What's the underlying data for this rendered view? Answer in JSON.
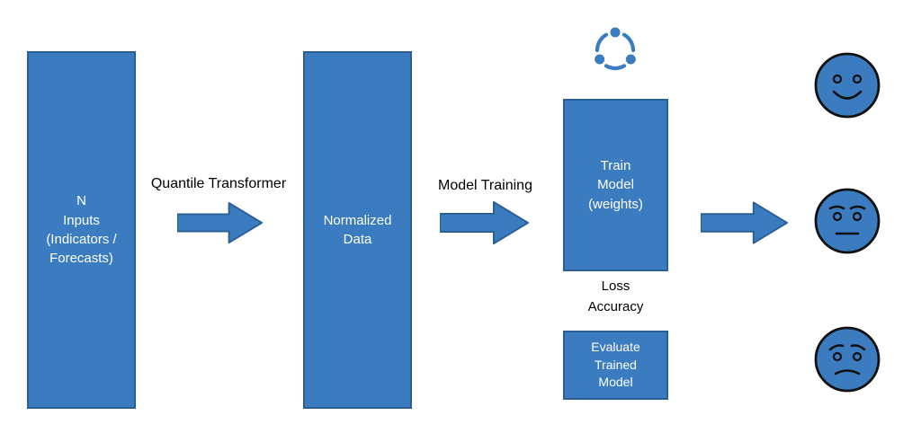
{
  "diagram": {
    "colors": {
      "shape_fill": "#3a7cbf",
      "shape_border": "#2b5f94",
      "text_on_shape": "#ffffff",
      "text_default": "#000000",
      "face_outline": "#111111"
    },
    "boxes": {
      "inputs": {
        "label": "N\nInputs\n(Indicators /\nForecasts)"
      },
      "normalized": {
        "label": "Normalized\nData"
      },
      "train": {
        "label": "Train\nModel\n(weights)"
      },
      "evaluate": {
        "label": "Evaluate\nTrained\nModel"
      }
    },
    "metrics_label": "Loss\nAccuracy",
    "arrows": [
      {
        "label": "Quantile Transformer"
      },
      {
        "label": "Model Training"
      },
      {
        "label": ""
      }
    ],
    "icons": {
      "cycle": "training-cycle-icon",
      "faces": [
        "happy-face-icon",
        "neutral-face-icon",
        "worried-face-icon"
      ]
    }
  }
}
